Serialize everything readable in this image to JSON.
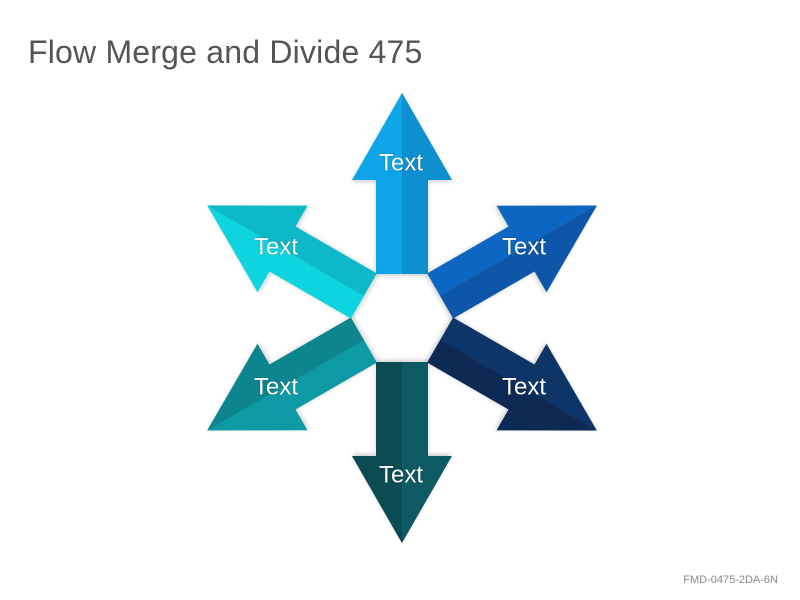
{
  "title": "Flow Merge and Divide 475",
  "footer_code": "FMD-0475-2DA-6N",
  "arrows": [
    {
      "label": "Text",
      "direction": "up",
      "color": "#10a4e8",
      "shade": "#0d8fd0"
    },
    {
      "label": "Text",
      "direction": "up-right",
      "color": "#0a66c2",
      "shade": "#0a57a8"
    },
    {
      "label": "Text",
      "direction": "down-right",
      "color": "#0a3567",
      "shade": "#072a55"
    },
    {
      "label": "Text",
      "direction": "down",
      "color": "#0c5a62",
      "shade": "#094b52"
    },
    {
      "label": "Text",
      "direction": "down-left",
      "color": "#0e9aa4",
      "shade": "#0b858e"
    },
    {
      "label": "Text",
      "direction": "up-left",
      "color": "#10d4df",
      "shade": "#0fb8c8"
    }
  ]
}
